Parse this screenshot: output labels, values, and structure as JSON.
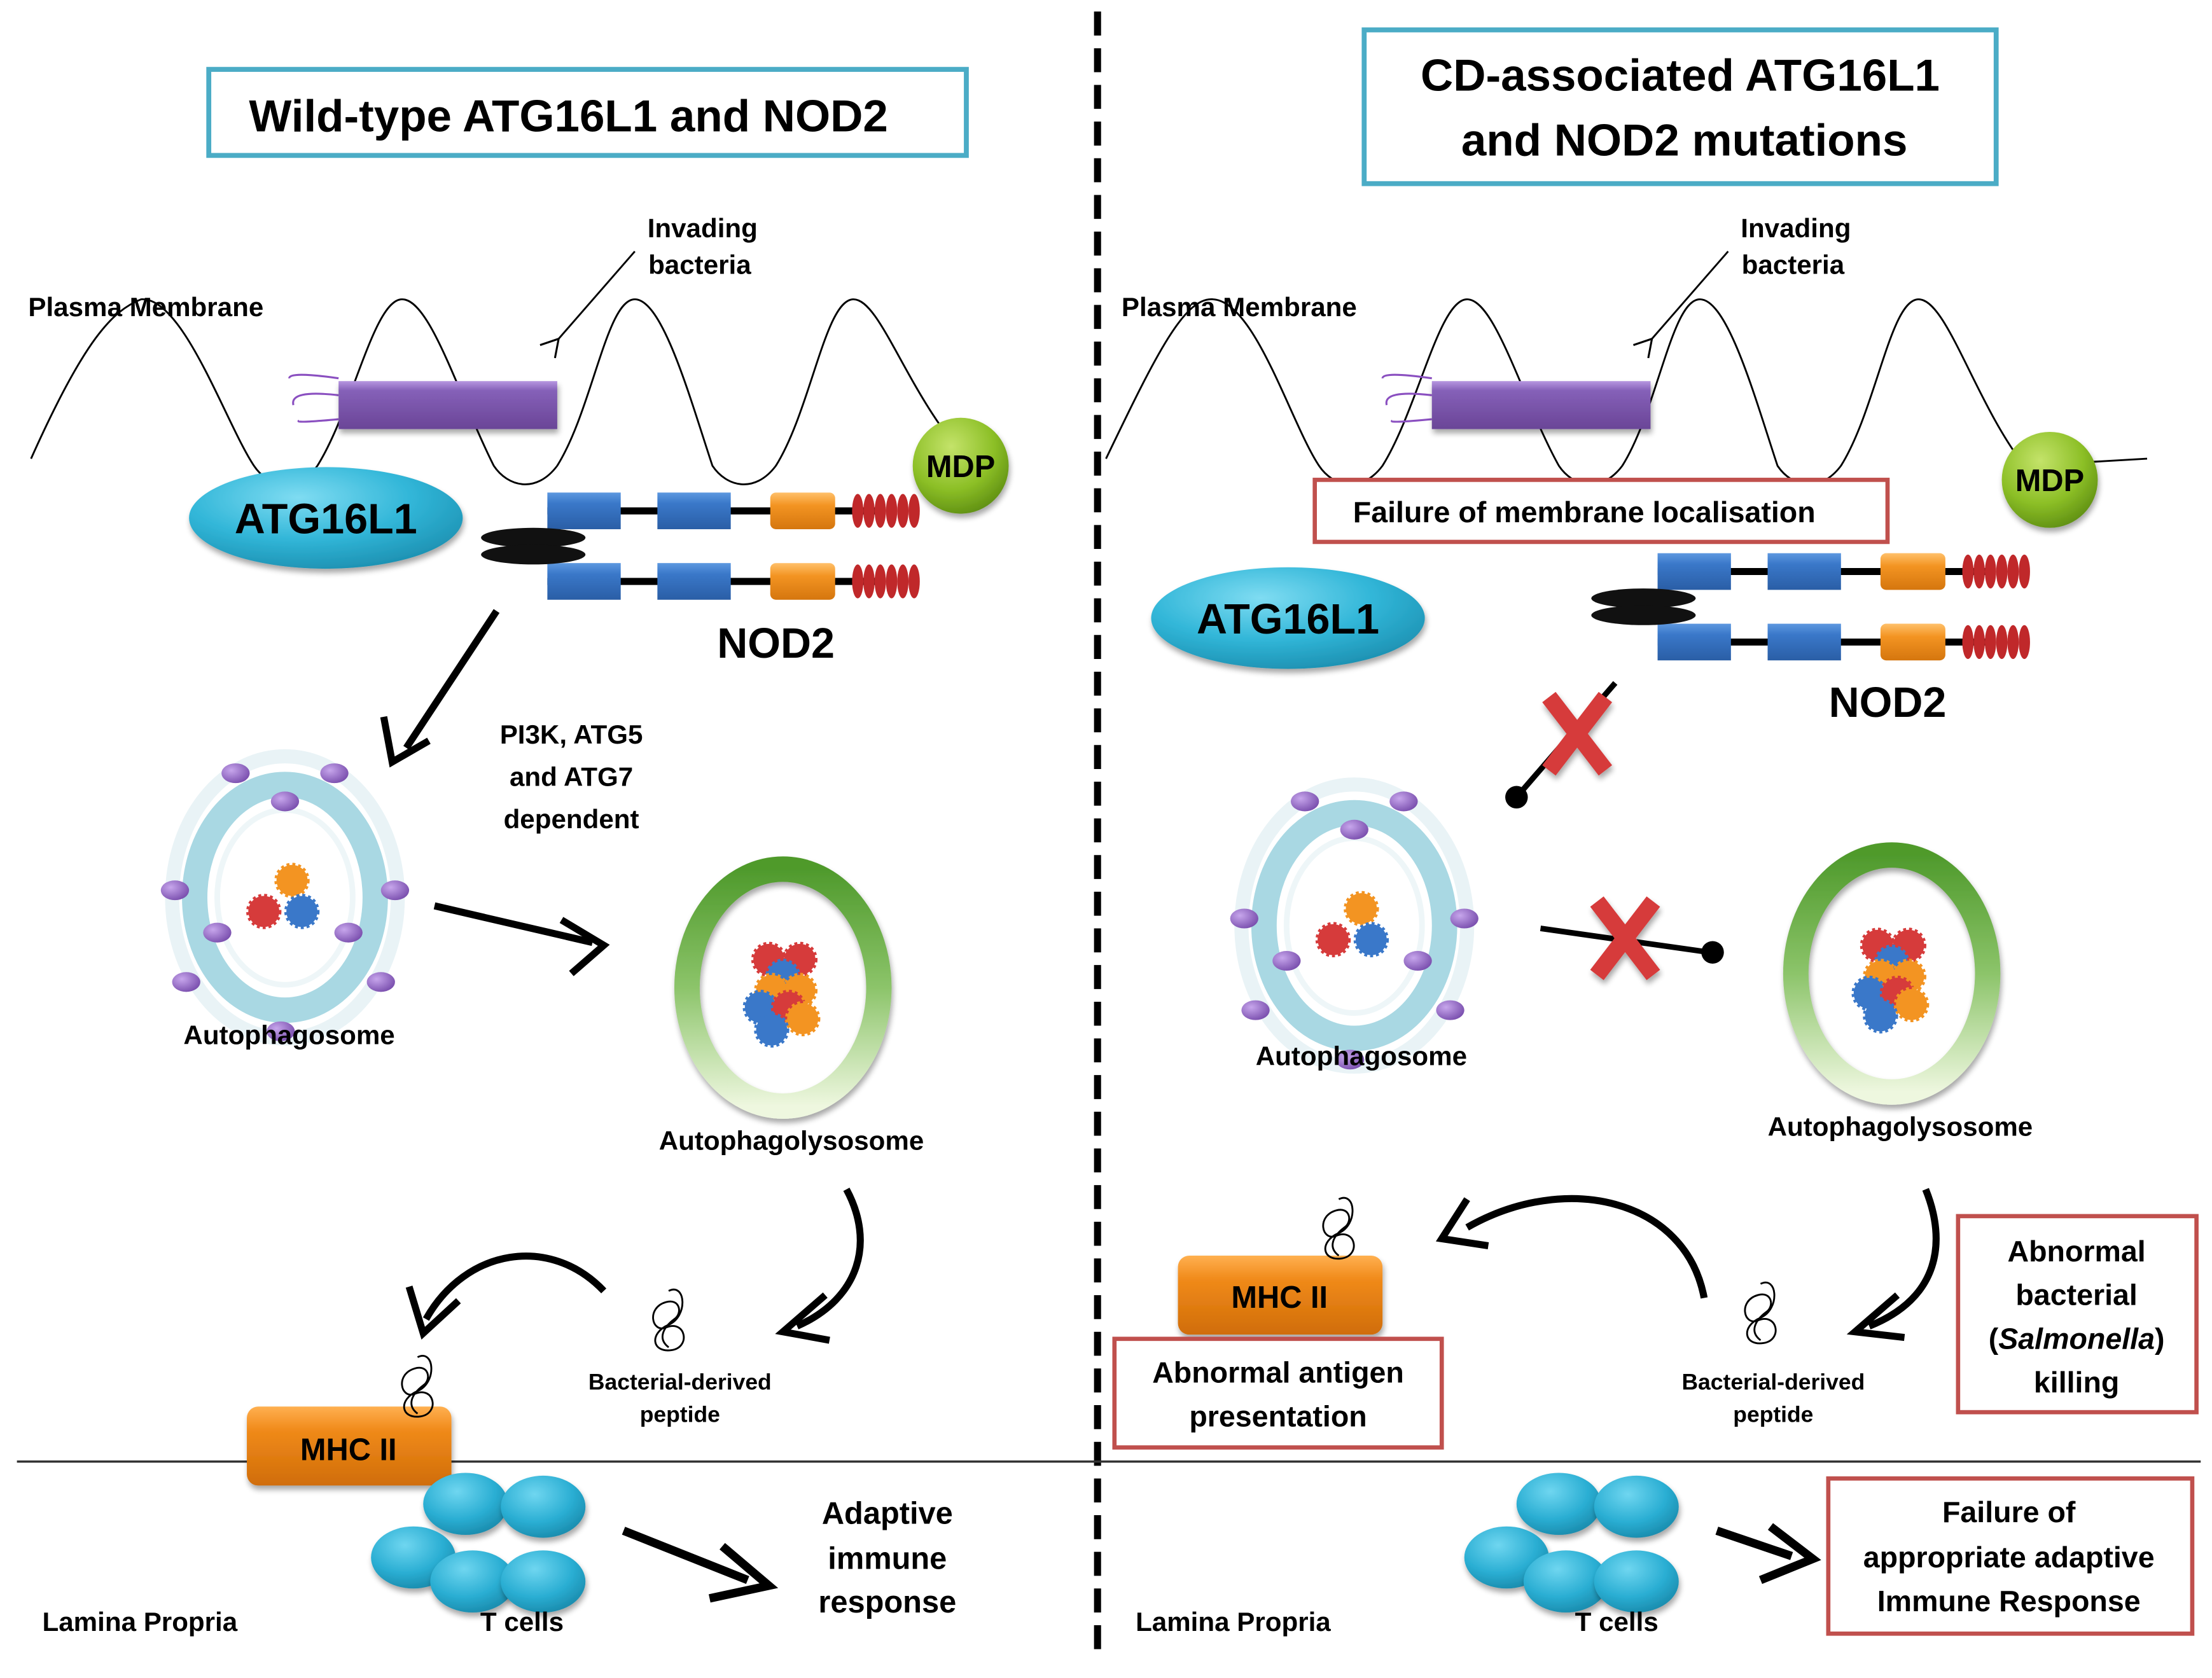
{
  "panels": {
    "left": {
      "title": "Wild-type ATG16L1 and NOD2",
      "plasma_membrane": "Plasma Membrane",
      "invading_bacteria": [
        "Invading",
        "bacteria"
      ],
      "atg16l1": "ATG16L1",
      "mdp": "MDP",
      "nod2": "NOD2",
      "dependency": [
        "PI3K, ATG5",
        "and ATG7",
        "dependent"
      ],
      "autophagosome": "Autophagosome",
      "autophagolysosome": "Autophagolysosome",
      "peptide": [
        "Bacterial-derived",
        "peptide"
      ],
      "mhc": "MHC II",
      "lamina_propria": "Lamina Propria",
      "t_cells": "T cells",
      "outcome": [
        "Adaptive",
        "immune",
        "response"
      ]
    },
    "right": {
      "title": [
        "CD-associated ATG16L1",
        "and NOD2 mutations"
      ],
      "plasma_membrane": "Plasma Membrane",
      "invading_bacteria": [
        "Invading",
        "bacteria"
      ],
      "membrane_failure": "Failure of membrane localisation",
      "atg16l1": "ATG16L1",
      "mdp": "MDP",
      "nod2": "NOD2",
      "autophagosome": "Autophagosome",
      "autophagolysosome": "Autophagolysosome",
      "peptide": [
        "Bacterial-derived",
        "peptide"
      ],
      "mhc": "MHC II",
      "antigen_failure": [
        "Abnormal antigen",
        "presentation"
      ],
      "killing_failure": {
        "line1": "Abnormal",
        "line2": "bacterial",
        "line3_open": "(",
        "line3_italic": "Salmonella",
        "line3_close": ")",
        "line4": "killing"
      },
      "lamina_propria": "Lamina Propria",
      "t_cells": "T cells",
      "outcome": [
        "Failure of",
        "appropriate adaptive",
        "Immune Response"
      ]
    }
  },
  "colors": {
    "title_border": "#4bacc6",
    "alert_border": "#c0504d",
    "atg16l1": "#31b6d8",
    "mdp": "#8cbf26",
    "nod2_domain_blue": "#3a78c9",
    "nod2_domain_orange": "#f39422",
    "lrr_red": "#c0282a",
    "membrane_protein": "#7b53a6",
    "mhc": "#f08a1a",
    "t_cell": "#2aaed3",
    "lysosome": "#5ea83a",
    "autophagosome_ring": "#a9d8e3",
    "vesicle_dot": "#8a5bb5",
    "block_x": "#d63b3b"
  }
}
